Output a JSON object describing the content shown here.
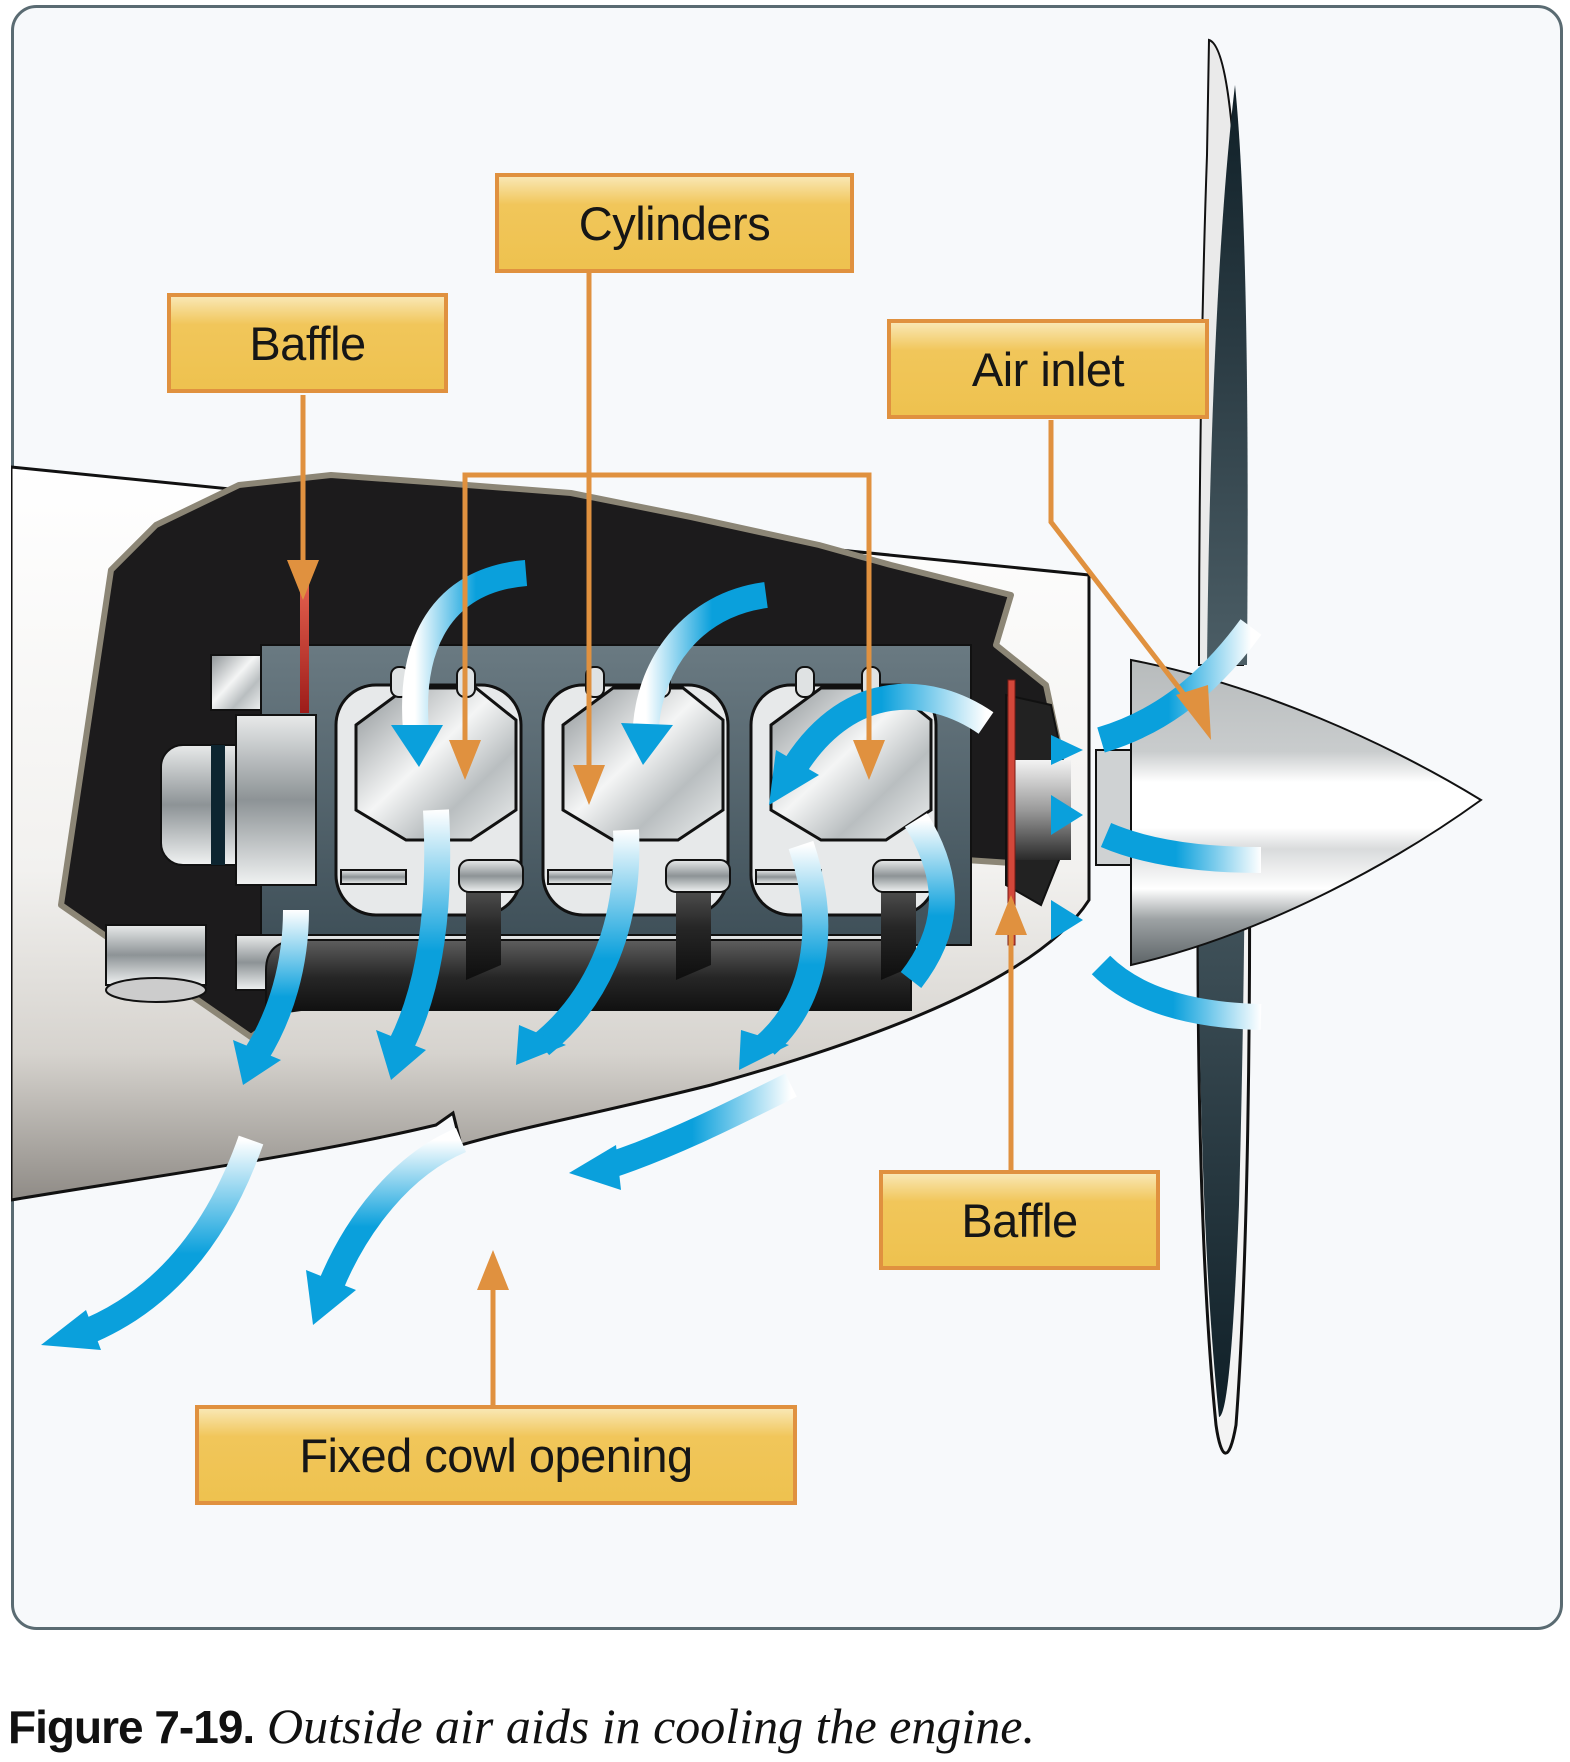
{
  "figure": {
    "number_label": "Figure 7-19.",
    "caption": "Outside air aids in cooling the engine."
  },
  "labels": {
    "cylinders": "Cylinders",
    "baffle_rear": "Baffle",
    "air_inlet": "Air inlet",
    "baffle_front": "Baffle",
    "fixed_cowl_opening": "Fixed cowl opening"
  },
  "colors": {
    "label_fill": "#eec24f",
    "label_border": "#e0913f",
    "leader_line": "#e0913f",
    "airflow": "#0aa0dc",
    "baffle": "#d2473a",
    "frame_border": "#5a6b72",
    "background": "#f7f9fb",
    "engine_cavity": "#1c1b1c",
    "propeller": "#2e434c"
  },
  "airflow_arrows": [
    {
      "id": "top-left-curve"
    },
    {
      "id": "top-mid-curve"
    },
    {
      "id": "top-right-curve"
    },
    {
      "id": "down-1"
    },
    {
      "id": "down-2"
    },
    {
      "id": "down-3"
    },
    {
      "id": "down-4"
    },
    {
      "id": "down-5"
    },
    {
      "id": "exit-1"
    },
    {
      "id": "exit-2"
    },
    {
      "id": "exit-3"
    },
    {
      "id": "inlet-top"
    },
    {
      "id": "inlet-mid"
    },
    {
      "id": "inlet-bottom"
    }
  ]
}
